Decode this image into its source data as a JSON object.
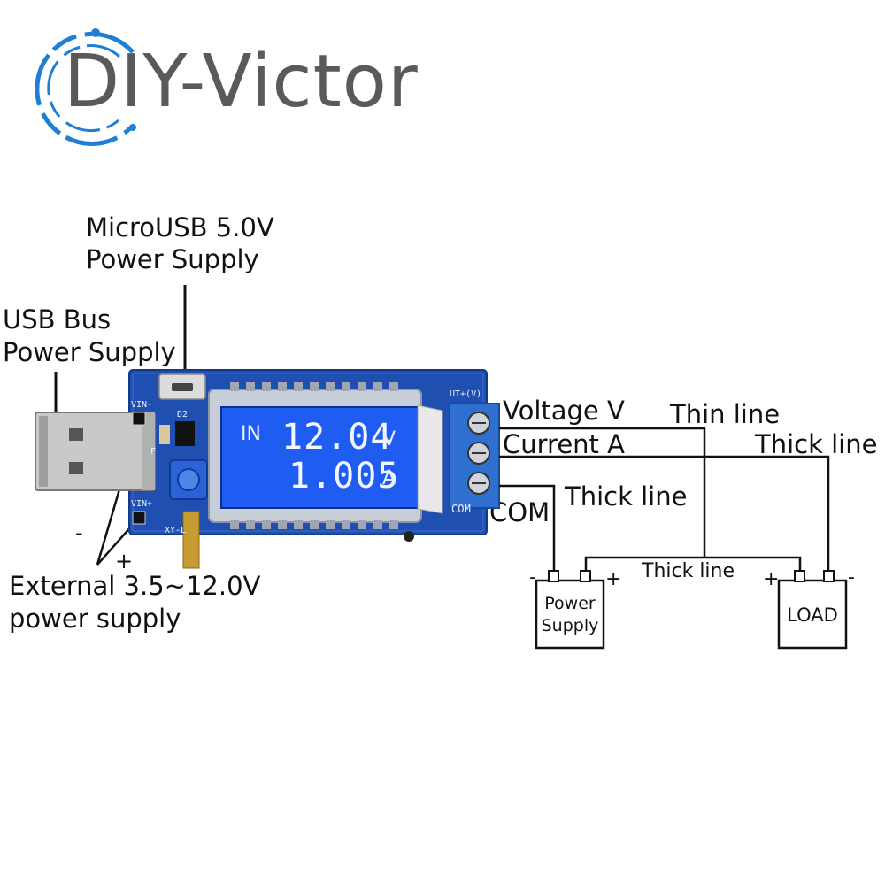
{
  "logo": {
    "text": "DIY-Victor",
    "accent_color": "#1e7fd6"
  },
  "labels": {
    "microusb_line1": "MicroUSB 5.0V",
    "microusb_line2": "Power Supply",
    "usbbus_line1": "USB Bus",
    "usbbus_line2": "Power Supply",
    "external_minus": "-",
    "external_plus": "+",
    "external_line1": "External 3.5~12.0V",
    "external_line2": "power supply",
    "voltage": "Voltage V",
    "current": "Current A",
    "com": "COM",
    "thin_line": "Thin line",
    "thick_line_top": "Thick line",
    "thick_line_mid": "Thick line",
    "thick_line_bottom": "Thick line"
  },
  "lcd": {
    "prefix": "IN",
    "voltage_value": "12.04",
    "voltage_unit": "V",
    "current_value": "1.005",
    "current_unit": "A"
  },
  "pcb": {
    "vin_minus": "VIN-",
    "vin_plus": "VIN+",
    "d2": "D2",
    "f": "F",
    "model": "XY-L",
    "out_plus": "UT+(V)",
    "com": "COM",
    "board_color": "#1f4fb0"
  },
  "boxes": {
    "power_supply_line1": "Power",
    "power_supply_line2": "Supply",
    "power_supply_minus": "-",
    "power_supply_plus": "+",
    "load": "LOAD",
    "load_plus": "+",
    "load_minus": "-"
  }
}
